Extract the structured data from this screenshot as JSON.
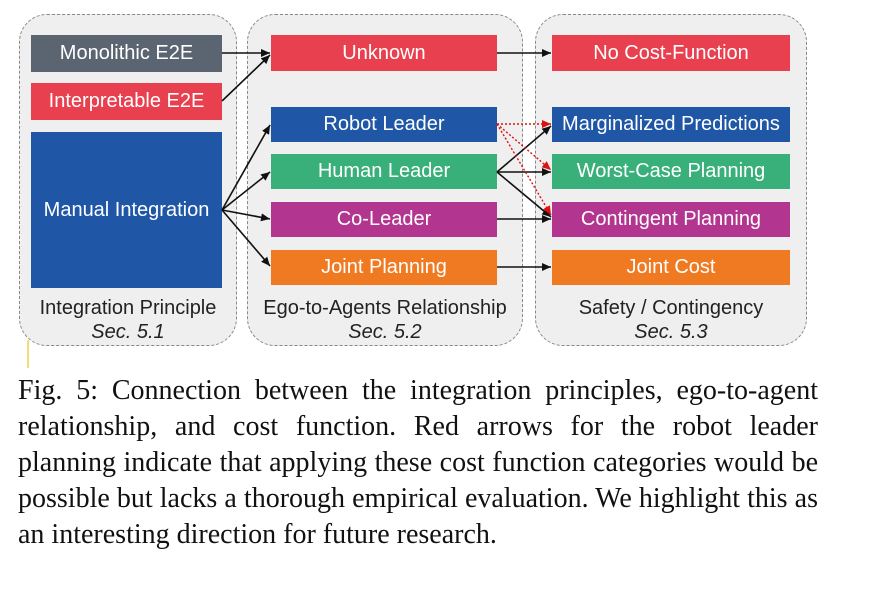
{
  "colors": {
    "gray": "#5b6572",
    "red": "#e8404f",
    "blue": "#1f57a6",
    "green": "#39b07a",
    "purple": "#b2358f",
    "orange": "#f07a22",
    "arrow": "#111111",
    "red_arrow": "#dd1111"
  },
  "columns": [
    {
      "label": "Integration Principle",
      "section": "Sec. 5.1",
      "boxes": [
        {
          "label": "Monolithic E2E",
          "color": "gray"
        },
        {
          "label": "Interpretable E2E",
          "color": "red"
        },
        {
          "label": "Manual Integration",
          "color": "blue"
        }
      ]
    },
    {
      "label": "Ego-to-Agents Relationship",
      "section": "Sec. 5.2",
      "boxes": [
        {
          "label": "Unknown",
          "color": "red"
        },
        {
          "label": "Robot Leader",
          "color": "blue"
        },
        {
          "label": "Human Leader",
          "color": "green"
        },
        {
          "label": "Co-Leader",
          "color": "purple"
        },
        {
          "label": "Joint Planning",
          "color": "orange"
        }
      ]
    },
    {
      "label": "Safety / Contingency",
      "section": "Sec. 5.3",
      "boxes": [
        {
          "label": "No Cost-Function",
          "color": "red"
        },
        {
          "label": "Marginalized Predictions",
          "color": "blue"
        },
        {
          "label": "Worst-Case Planning",
          "color": "green"
        },
        {
          "label": "Contingent Planning",
          "color": "purple"
        },
        {
          "label": "Joint Cost",
          "color": "orange"
        }
      ]
    }
  ],
  "caption": "Fig. 5: Connection between the integration principles, ego-to-agent relationship, and cost function. Red arrows for the robot leader planning indicate that applying these cost function categories would be possible but lacks a thorough empirical evaluation. We highlight this as an interesting direction for future research."
}
